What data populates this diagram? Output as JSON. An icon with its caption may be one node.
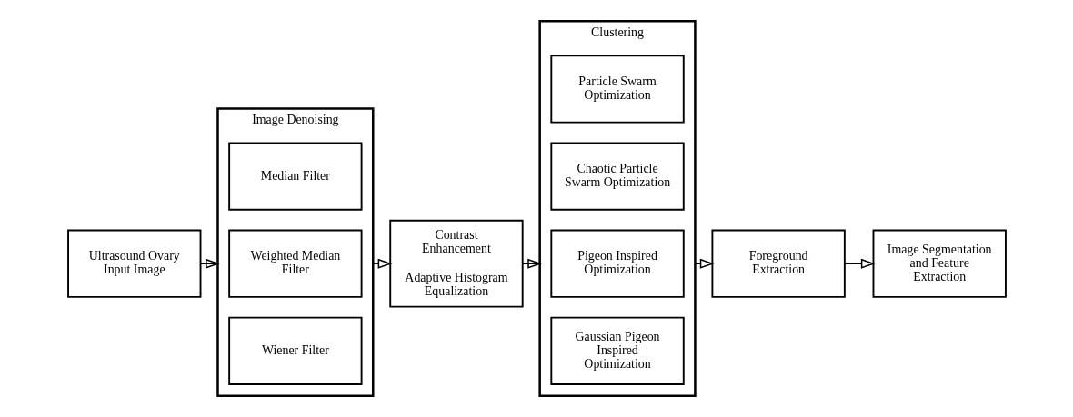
{
  "diagram": {
    "nodes": [
      {
        "text": [
          "Ultrasound Ovary Input Image"
        ]
      },
      {
        "text": [
          "Image Denoising"
        ]
      },
      {
        "text": [
          "Median Filter"
        ],
        "in": 1
      },
      {
        "text": [
          "Weighted Median Filter"
        ],
        "in": 1
      },
      {
        "text": [
          "Wiener Filter"
        ],
        "in": 1
      },
      {
        "text": [
          "Contrast Enhancement",
          "Adaptive Histogram Equalization"
        ]
      },
      {
        "text": [
          "Clustering"
        ]
      },
      {
        "text": [
          "Particle Swarm Optimization"
        ],
        "in": 6
      },
      {
        "text": [
          "Chaotic Particle Swarm Optimization"
        ],
        "in": 6
      },
      {
        "text": [
          "Pigeon Inspired Optimization"
        ],
        "in": 6
      },
      {
        "text": [
          "Gaussian Pigeon Inspired Optimization"
        ],
        "in": 6
      },
      {
        "text": [
          "Foreground Extraction"
        ]
      },
      {
        "text": [
          "Image Segmentation and Feature Extraction"
        ]
      }
    ],
    "edges": [
      {
        "from": 0,
        "to": 1,
        "arrow": "to"
      },
      {
        "from": 1,
        "to": 5,
        "arrow": "to"
      },
      {
        "from": 5,
        "to": 6,
        "arrow": "to"
      },
      {
        "from": 6,
        "to": 11,
        "arrow": "to"
      },
      {
        "from": 11,
        "to": 12,
        "arrow": "to"
      }
    ]
  }
}
